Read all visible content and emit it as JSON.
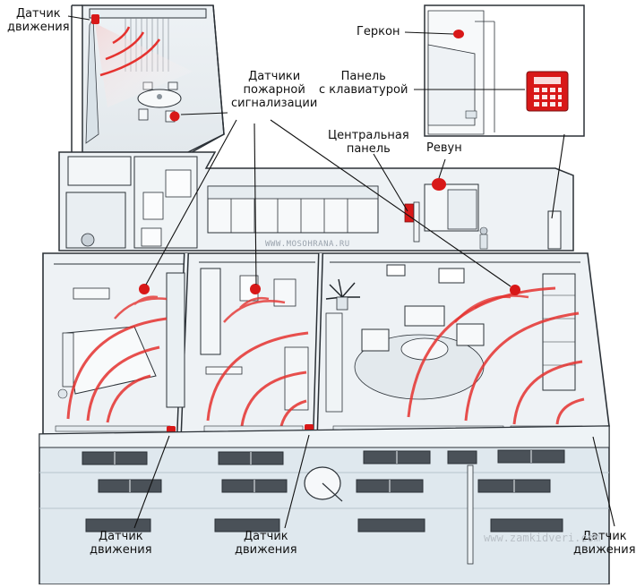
{
  "labels": {
    "motion_top": "Датчик\nдвижения",
    "fire_sensors": "Датчики\nпожарной\nсигнализации",
    "reed": "Геркон",
    "keypad": "Панель\nс клавиатурой",
    "central": "Центральная\nпанель",
    "siren": "Ревун",
    "motion_bl": "Датчик\nдвижения",
    "motion_bm": "Датчик\nдвижения",
    "motion_br": "Датчик\nдвижения"
  },
  "watermark_site": "WWW.MOSOHRANA.RU",
  "watermark_bottom": "www.zamkidveri.com",
  "colors": {
    "sensor": "#d81818",
    "wave": "#e5322f",
    "wall_top": "#f4f7f9",
    "wall_side": "#dfe8ee",
    "outline": "#2b3137"
  }
}
